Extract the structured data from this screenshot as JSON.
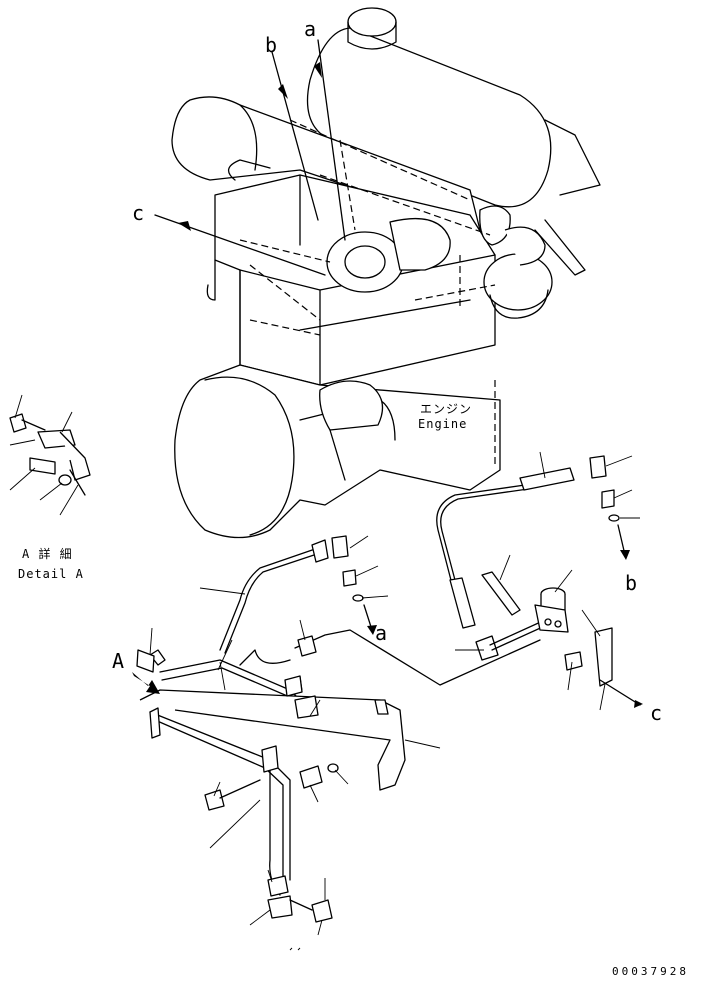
{
  "callouts": {
    "a": "a",
    "b": "b",
    "c": "c",
    "a2": "a",
    "b2": "b",
    "c2": "c",
    "detail_ref": "A"
  },
  "engine": {
    "label_jp": "エンジン",
    "label_en": "Engine"
  },
  "detail": {
    "label_jp": "A 詳 細",
    "label_en": "Detail A"
  },
  "drawing_number": "00037928",
  "colors": {
    "line": "#000000",
    "background": "#ffffff"
  }
}
